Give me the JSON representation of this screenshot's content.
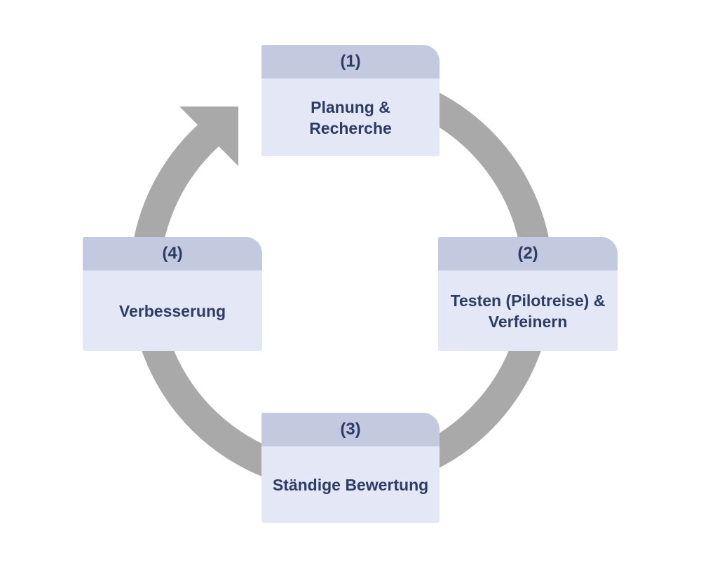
{
  "diagram": {
    "type": "cycle",
    "direction": "clockwise",
    "steps": [
      {
        "number": "(1)",
        "label": "Planung &\nRecherche",
        "position": "top"
      },
      {
        "number": "(2)",
        "label": "Testen (Pilotreise) &\nVerfeinern",
        "position": "right"
      },
      {
        "number": "(3)",
        "label": "Ständige Bewertung",
        "position": "bottom"
      },
      {
        "number": "(4)",
        "label": "Verbesserung",
        "position": "left"
      }
    ],
    "colors": {
      "step_header_bg": "#c3c9de",
      "step_body_bg": "#e4e8f6",
      "step_text": "#2d3c64",
      "arrow": "#a9a9a9",
      "page_bg": "#ffffff"
    }
  }
}
